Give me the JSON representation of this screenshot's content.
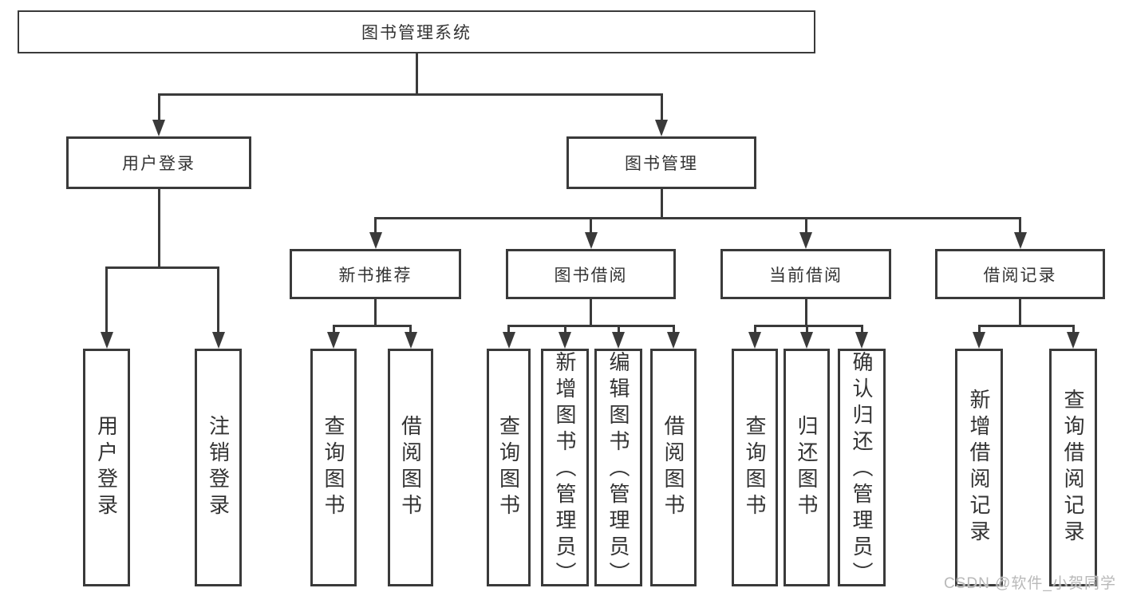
{
  "diagram": {
    "title": "图书管理系统",
    "watermark": "CSDN @软件_小贺同学",
    "colors": {
      "line": "#3a3a3a",
      "text": "#333333",
      "background": "#ffffff",
      "watermark": "#b9b9b9"
    },
    "nodes": [
      {
        "id": "root",
        "label": "图书管理系统",
        "parent": null
      },
      {
        "id": "login",
        "label": "用户登录",
        "parent": "root"
      },
      {
        "id": "mgmt",
        "label": "图书管理",
        "parent": "root"
      },
      {
        "id": "new-books",
        "label": "新书推荐",
        "parent": "mgmt"
      },
      {
        "id": "book-borrow",
        "label": "图书借阅",
        "parent": "mgmt"
      },
      {
        "id": "current-borrow",
        "label": "当前借阅",
        "parent": "mgmt"
      },
      {
        "id": "borrow-records",
        "label": "借阅记录",
        "parent": "mgmt"
      },
      {
        "id": "login-user",
        "label": "用户登录",
        "parent": "login"
      },
      {
        "id": "login-logout",
        "label": "注销登录",
        "parent": "login"
      },
      {
        "id": "new-query",
        "label": "查询图书",
        "parent": "new-books"
      },
      {
        "id": "new-borrow",
        "label": "借阅图书",
        "parent": "new-books"
      },
      {
        "id": "bb-query",
        "label": "查询图书",
        "parent": "book-borrow"
      },
      {
        "id": "bb-add",
        "label": "新增图书（管理员）",
        "parent": "book-borrow"
      },
      {
        "id": "bb-edit",
        "label": "编辑图书（管理员）",
        "parent": "book-borrow"
      },
      {
        "id": "bb-borrow",
        "label": "借阅图书",
        "parent": "book-borrow"
      },
      {
        "id": "cb-query",
        "label": "查询图书",
        "parent": "current-borrow"
      },
      {
        "id": "cb-return",
        "label": "归还图书",
        "parent": "current-borrow"
      },
      {
        "id": "cb-confirm",
        "label": "确认归还（管理员）",
        "parent": "current-borrow"
      },
      {
        "id": "br-add",
        "label": "新增借阅记录",
        "parent": "borrow-records"
      },
      {
        "id": "br-query",
        "label": "查询借阅记录",
        "parent": "borrow-records"
      }
    ]
  }
}
